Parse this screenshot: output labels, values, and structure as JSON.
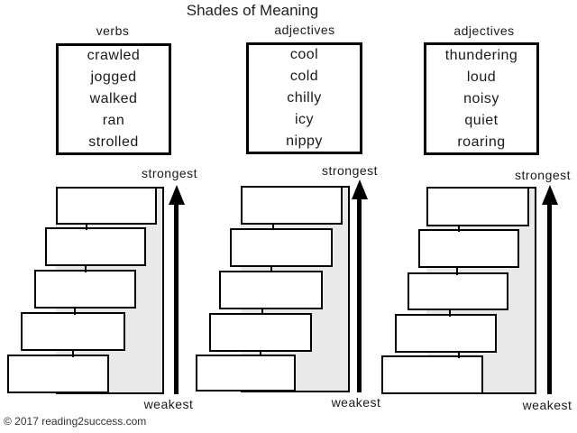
{
  "title": "Shades of Meaning",
  "scale_labels": {
    "strongest": "strongest",
    "weakest": "weakest"
  },
  "columns": [
    {
      "category": "verbs",
      "words": [
        "crawled",
        "jogged",
        "walked",
        "ran",
        "strolled"
      ],
      "blank_steps": 5
    },
    {
      "category": "adjectives",
      "words": [
        "cool",
        "cold",
        "chilly",
        "icy",
        "nippy"
      ],
      "blank_steps": 5
    },
    {
      "category": "adjectives",
      "words": [
        "thundering",
        "loud",
        "noisy",
        "quiet",
        "roaring"
      ],
      "blank_steps": 5
    }
  ],
  "footer": {
    "copyright": "© 2017 reading2success.com"
  },
  "colors": {
    "step_area_fill": "#e9e9e9",
    "line": "#000000",
    "background": "#ffffff"
  }
}
